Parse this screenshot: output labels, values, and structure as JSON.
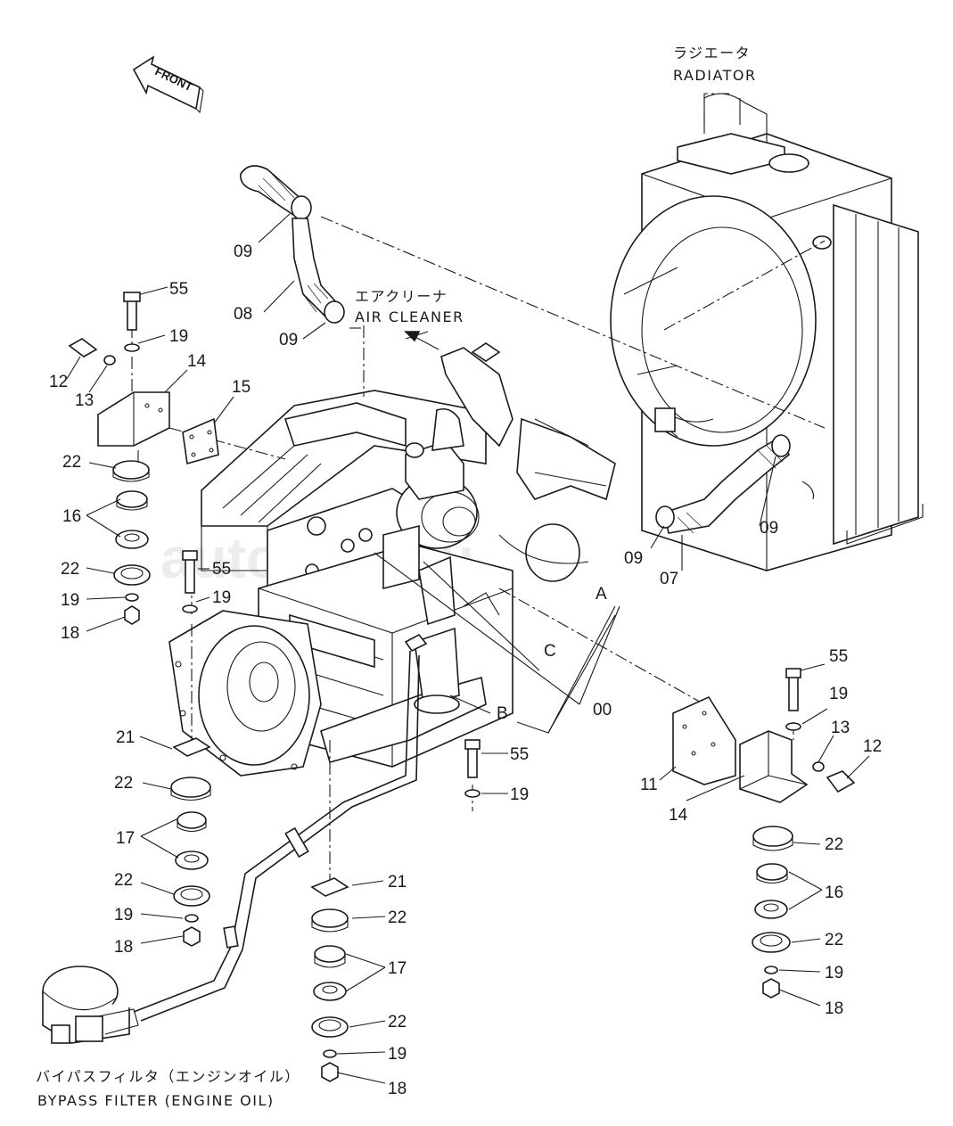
{
  "direction_marker": "FRONT",
  "watermark": "autopiter.ru",
  "callouts": {
    "radiator_jp": "ラジエータ",
    "radiator_en": "RADIATOR",
    "air_cleaner_jp": "エアクリーナ",
    "air_cleaner_en": "AIR CLEANER",
    "bypass_filter_jp": "バイパスフィルタ（エンジンオイル）",
    "bypass_filter_en": "BYPASS FILTER (ENGINE OIL)"
  },
  "part_numbers": {
    "p09a": "09",
    "p08": "08",
    "p09b": "09",
    "p09c": "09",
    "p09d": "09",
    "p07": "07",
    "p55a": "55",
    "p19a": "19",
    "p12a": "12",
    "p13a": "13",
    "p14a": "14",
    "p15": "15",
    "p22a": "22",
    "p16a": "16",
    "p22b": "22",
    "p19b": "19",
    "p18a": "18",
    "p55b": "55",
    "p19c": "19",
    "pA": "A",
    "pC": "C",
    "p00": "00",
    "pB": "B",
    "p21a": "21",
    "p22c": "22",
    "p17a": "17",
    "p22d": "22",
    "p19d": "19",
    "p18b": "18",
    "p55c": "55",
    "p19e": "19",
    "p21b": "21",
    "p22e": "22",
    "p17b": "17",
    "p22f": "22",
    "p19f": "19",
    "p18c": "18",
    "p55d": "55",
    "p19g": "19",
    "p13b": "13",
    "p12b": "12",
    "p11": "11",
    "p14b": "14",
    "p22g": "22",
    "p16b": "16",
    "p22h": "22",
    "p19h": "19",
    "p18d": "18"
  }
}
